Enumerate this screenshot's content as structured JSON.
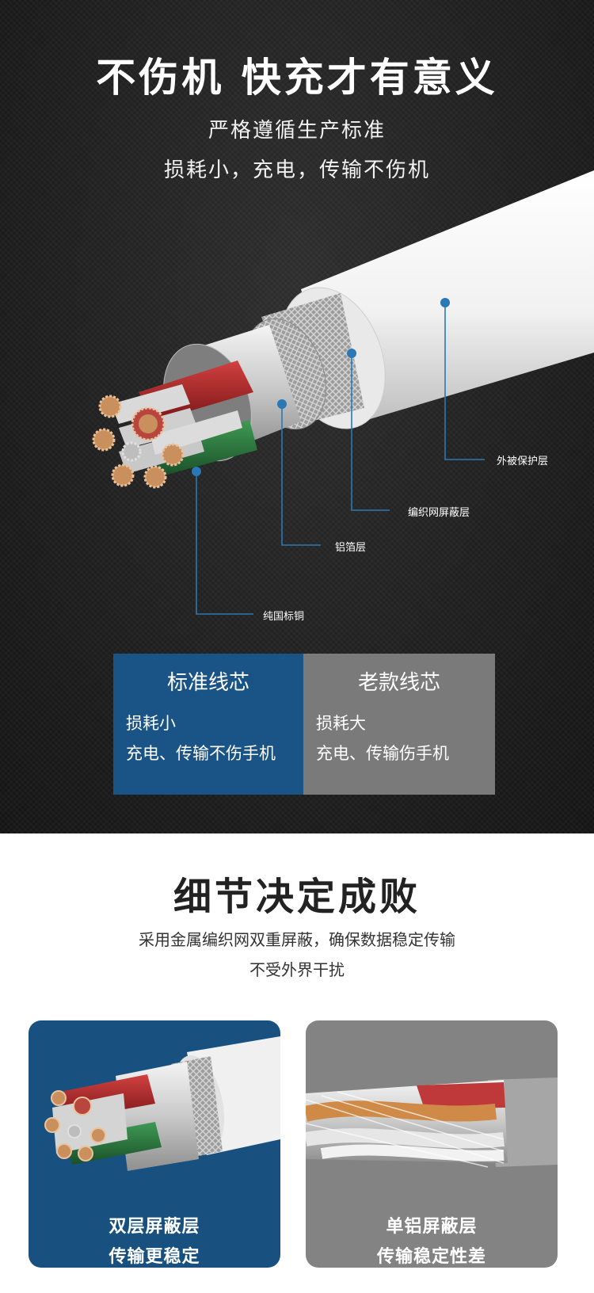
{
  "header": {
    "headline": "不伤机 快充才有意义",
    "subtitle_1": "严格遵循生产标准",
    "subtitle_2": "损耗小，充电，传输不伤机"
  },
  "callouts": {
    "outer_jacket": "外被保护层",
    "braided_shield": "编织网屏蔽层",
    "aluminum_foil": "铝箔层",
    "copper_core": "纯国标铜"
  },
  "comparison": {
    "standard": {
      "title": "标准线芯",
      "line_1": "损耗小",
      "line_2": "充电、传输不伤手机"
    },
    "legacy": {
      "title": "老款线芯",
      "line_1": "损耗大",
      "line_2": "充电、传输伤手机"
    }
  },
  "detail": {
    "title": "细节决定成败",
    "subtitle_1": "采用金属编织网双重屏蔽，确保数据稳定传输",
    "subtitle_2": "不受外界干扰"
  },
  "cards": {
    "double": {
      "caption_1": "双层屏蔽层",
      "caption_2": "传输更稳定"
    },
    "single": {
      "caption_1": "单铝屏蔽层",
      "caption_2": "传输稳定性差"
    }
  },
  "colors": {
    "accent_blue": "#1a5386",
    "legacy_gray": "#7a7a7a",
    "callout_line": "#2a78b5"
  }
}
